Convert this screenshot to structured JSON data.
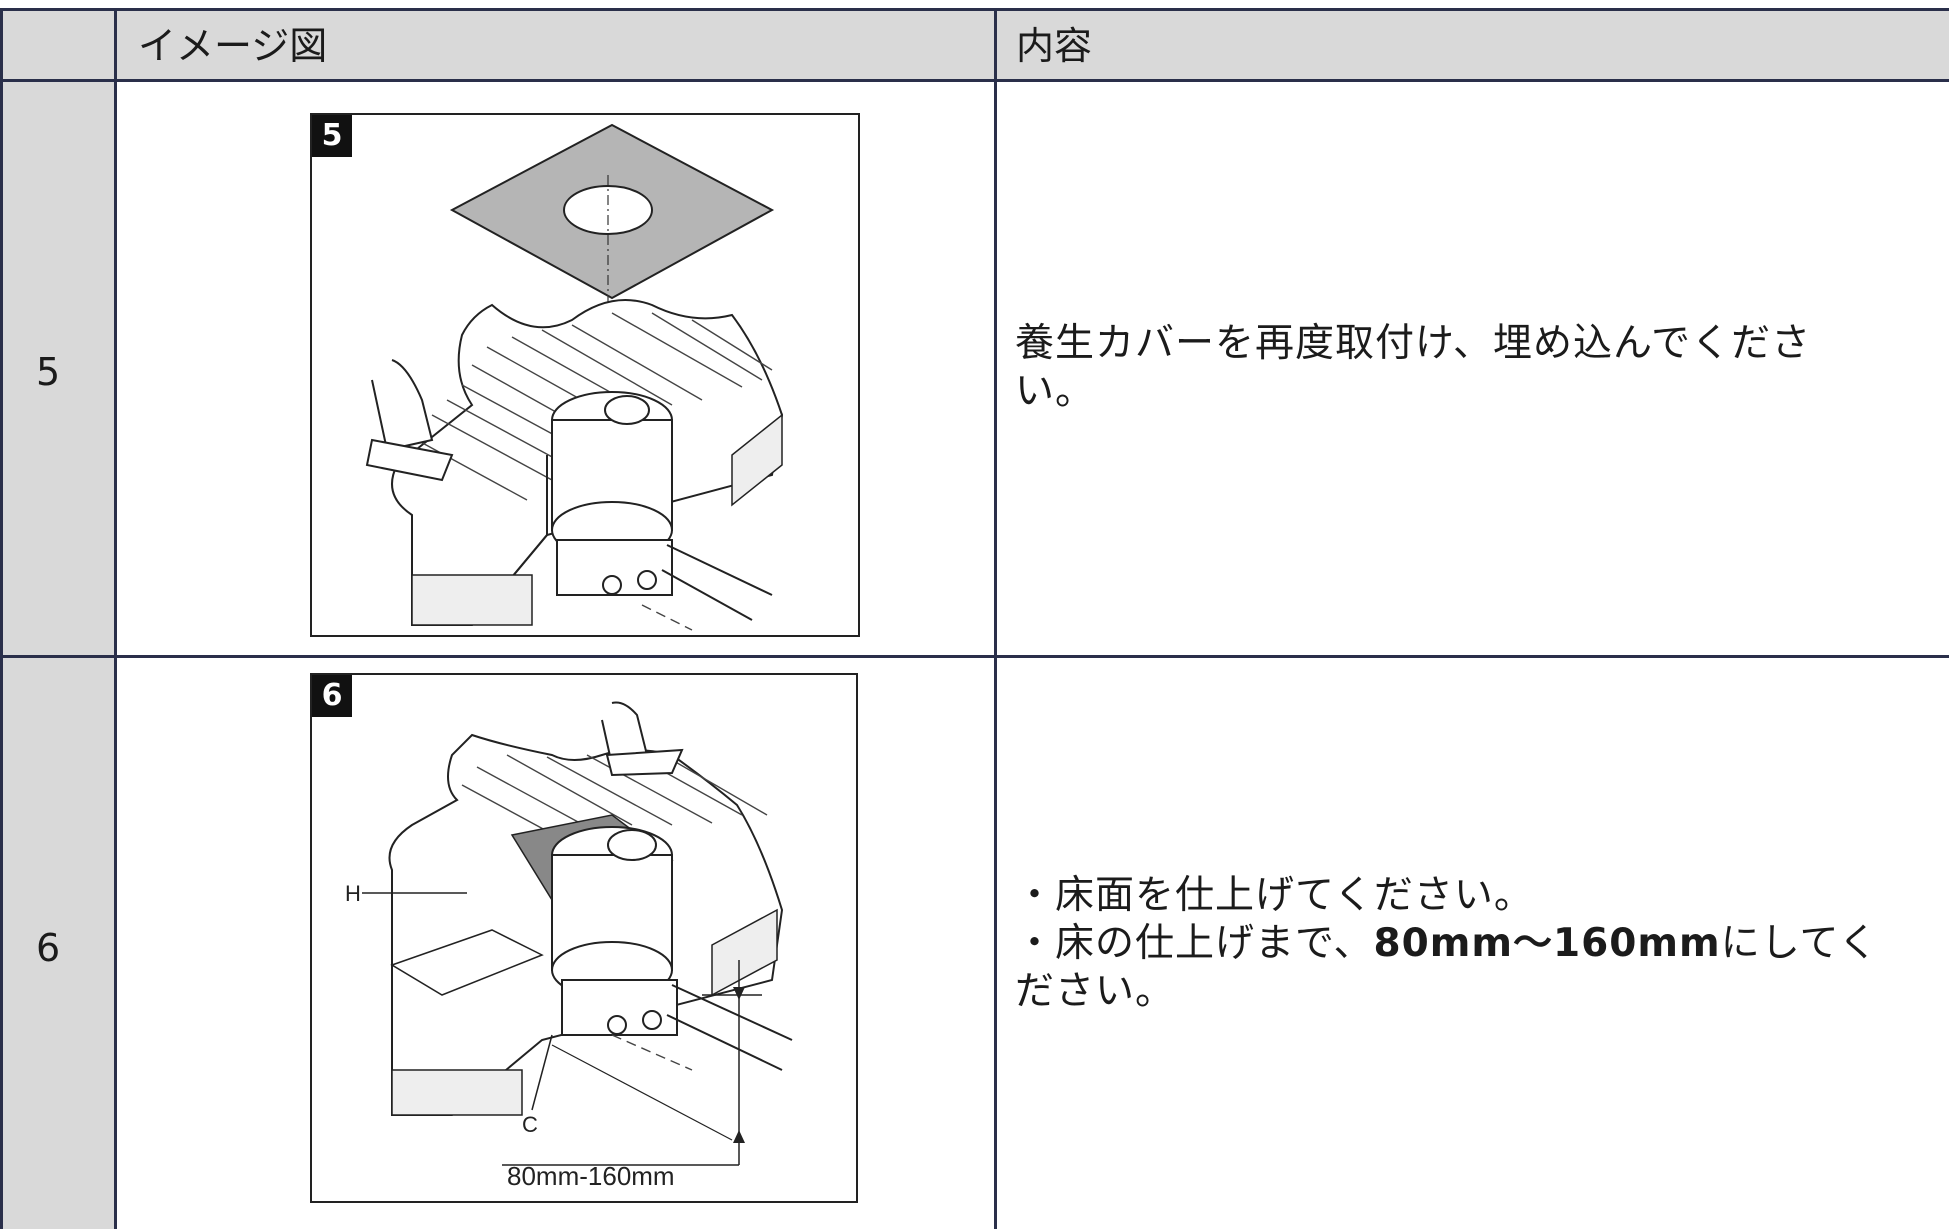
{
  "header": {
    "col_num": "",
    "col_image": "イメージ図",
    "col_content": "内容"
  },
  "rows": [
    {
      "num": "5",
      "badge": "5",
      "content_lines": [
        "養生カバーを再度取付け、埋め込んでくださ",
        "い。"
      ]
    },
    {
      "num": "6",
      "badge": "6",
      "line1": "・床面を仕上げてください。",
      "line2_pre": "・床の仕上げまで、",
      "line2_bold": "80mm〜160mm",
      "line2_post": "にしてく",
      "line3": "ださい。",
      "label_h": "H",
      "label_c": "C",
      "dimension": "80mm-160mm"
    }
  ],
  "colors": {
    "grid": "#2a2f4a",
    "header_bg": "#d9d9d9",
    "text": "#1b1b1b"
  }
}
